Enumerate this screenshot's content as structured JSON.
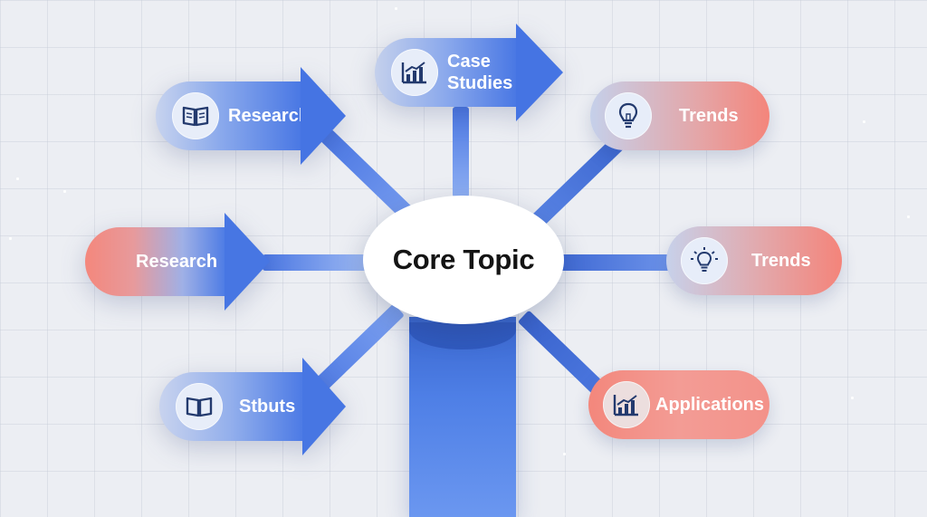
{
  "core": {
    "label": "Core Topic"
  },
  "nodes": {
    "research_top": {
      "label": "Research",
      "icon": "book-icon"
    },
    "case_studies": {
      "label_line1": "Case",
      "label_line2": "Studies",
      "icon": "chart-icon"
    },
    "trends_top": {
      "label": "Trends",
      "icon": "lightbulb-icon"
    },
    "research_mid": {
      "label": "Research"
    },
    "trends_mid": {
      "label": "Trends",
      "icon": "lightbulb-rays-icon"
    },
    "stbuts": {
      "label": "Stbuts",
      "icon": "book-icon"
    },
    "applications": {
      "label": "Applications",
      "icon": "chart-icon"
    }
  },
  "colors": {
    "blue": "#3f6fe0",
    "blue_light": "#c9d4ee",
    "coral": "#f28b80",
    "icon_stroke": "#233a6e",
    "background": "#eceef3"
  }
}
